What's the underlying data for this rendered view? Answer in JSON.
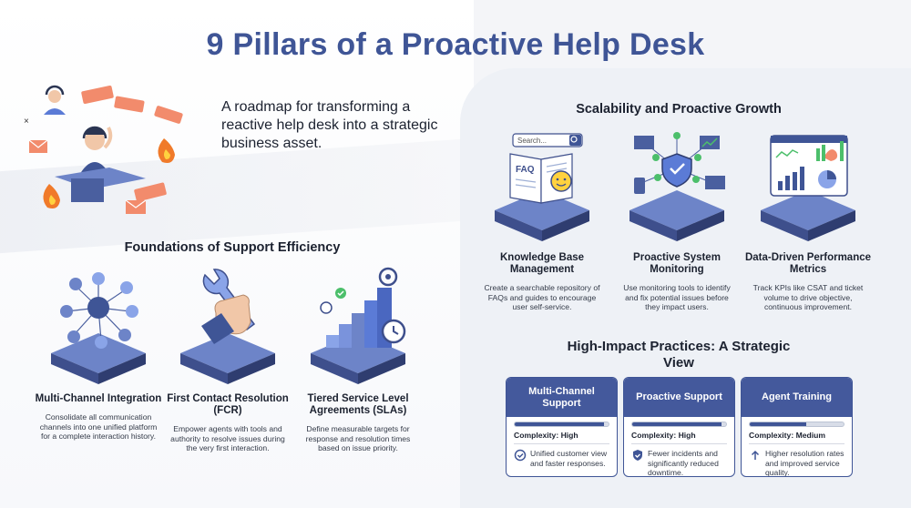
{
  "header": {
    "title": "9 Pillars of a Proactive Help Desk",
    "subtitle": "A roadmap for transforming a reactive help desk into a strategic business asset."
  },
  "sections": {
    "foundations": "Foundations of Support Efficiency",
    "scalability": "Scalability and Proactive Growth",
    "high_impact": "High-Impact Practices: A Strategic View"
  },
  "search_bar": {
    "placeholder": "Search..."
  },
  "faq_label": "FAQ",
  "foundation_cards": [
    {
      "title": "Multi-Channel Integration",
      "desc": "Consolidate all communication channels into one unified platform for a complete interaction history."
    },
    {
      "title": "First Contact Resolution (FCR)",
      "desc": "Empower agents with tools and authority to resolve issues during the very first interaction."
    },
    {
      "title": "Tiered Service Level Agreements (SLAs)",
      "desc": "Define measurable targets for response and resolution times based on issue priority."
    }
  ],
  "scalability_cards": [
    {
      "title": "Knowledge Base Management",
      "desc": "Create a searchable repository of FAQs and guides to encourage user self-service."
    },
    {
      "title": "Proactive System Monitoring",
      "desc": "Use monitoring tools to identify and fix potential issues before they impact users."
    },
    {
      "title": "Data-Driven Performance Metrics",
      "desc": "Track KPIs like CSAT and ticket volume to drive objective, continuous improvement."
    }
  ],
  "practice_cards": [
    {
      "title": "Multi-Channel Support",
      "complexity": "Complexity: High",
      "level": 0.95,
      "benefit": "Unified customer view and faster responses.",
      "icon": "check-circle-icon"
    },
    {
      "title": "Proactive Support",
      "complexity": "Complexity: High",
      "level": 0.95,
      "benefit": "Fewer incidents and significantly reduced downtime.",
      "icon": "shield-check-icon"
    },
    {
      "title": "Agent Training",
      "complexity": "Complexity: Medium",
      "level": 0.6,
      "benefit": "Higher resolution rates and improved service quality.",
      "icon": "arrow-up-icon"
    }
  ],
  "colors": {
    "primary": "#3f5596",
    "accent": "#5b7bd6",
    "platform": "#3e4f8c",
    "fire": "#f07a2a",
    "ticket": "#f28b6c",
    "green": "#4cbf6b"
  }
}
